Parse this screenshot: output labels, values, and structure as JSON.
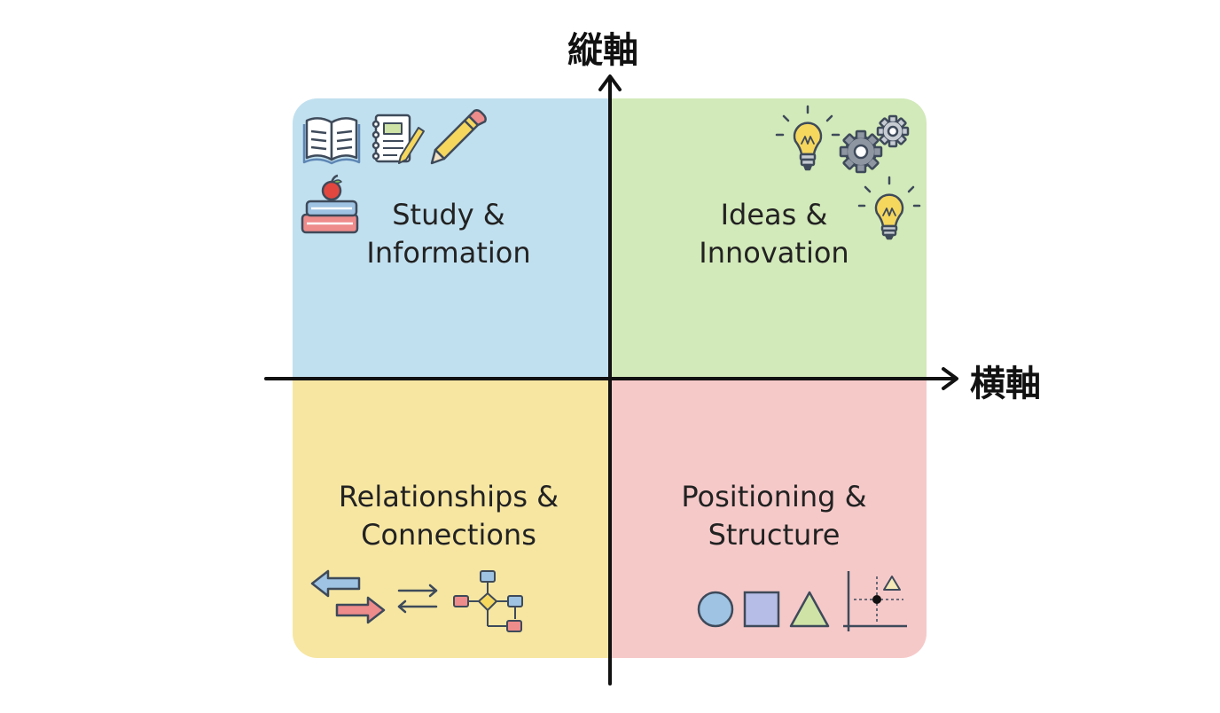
{
  "axes": {
    "vertical_label": "縦軸",
    "horizontal_label": "横軸"
  },
  "quadrants": {
    "top_left": {
      "line1": "Study &",
      "line2": "Information",
      "color": "#c1e0ef",
      "icons": [
        "open-book-icon",
        "notebook-icon",
        "pencil-icon",
        "books-apple-icon"
      ]
    },
    "top_right": {
      "line1": "Ideas &",
      "line2": "Innovation",
      "color": "#d2e9b9",
      "icons": [
        "lightbulb-icon",
        "gears-icon"
      ]
    },
    "bottom_left": {
      "line1": "Relationships &",
      "line2": "Connections",
      "color": "#f6e6a2",
      "icons": [
        "two-way-arrows-icon",
        "swap-arrows-icon",
        "flowchart-icon"
      ]
    },
    "bottom_right": {
      "line1": "Positioning &",
      "line2": "Structure",
      "color": "#f6c9c9",
      "icons": [
        "circle-shape-icon",
        "square-shape-icon",
        "triangle-shape-icon",
        "coordinate-plot-icon"
      ]
    }
  },
  "colors": {
    "axis": "#111111",
    "icon_blue": "#9ec3e3",
    "icon_yellow": "#f5d75e",
    "icon_red": "#ee8b8b",
    "icon_green": "#cfe3a6",
    "icon_gray": "#8e96a2",
    "icon_stroke": "#3e4a5a"
  }
}
